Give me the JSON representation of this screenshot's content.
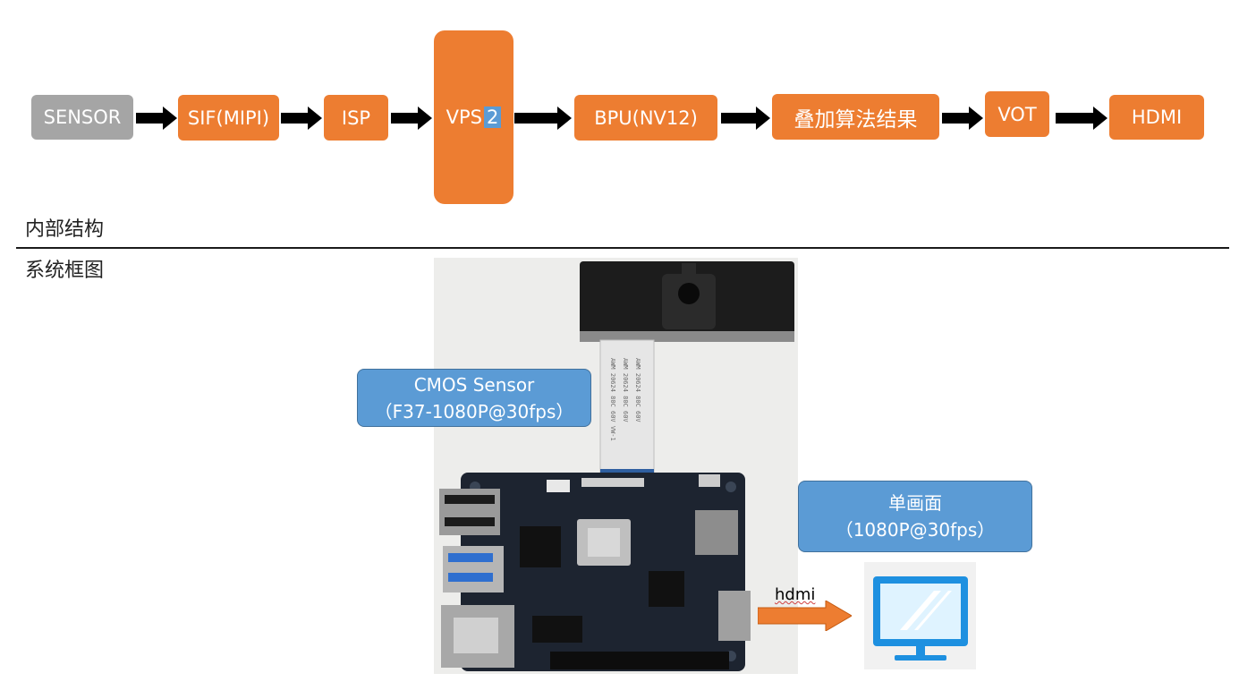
{
  "pipeline": {
    "nodes": {
      "sensor": "SENSOR",
      "sif": "SIF(MIPI)",
      "isp": "ISP",
      "vps": "VPS",
      "vps_badge": "2",
      "bpu": "BPU(NV12)",
      "overlay": "叠加算法结果",
      "vot": "VOT",
      "hdmi": "HDMI"
    },
    "colors": {
      "stage": "#ed7d31",
      "sensor": "#a5a5a5",
      "badge": "#5b9bd5",
      "arrow": "#000000"
    }
  },
  "sections": {
    "internal_structure": "内部结构",
    "system_diagram": "系统框图"
  },
  "system": {
    "camera_callout": {
      "line1": "CMOS Sensor",
      "line2": "（F37-1080P@30fps）"
    },
    "display_callout": {
      "line1": "单画面",
      "line2": "（1080P@30fps）"
    },
    "link_label": "hdmi",
    "colors": {
      "callout": "#5b9bd5",
      "link_arrow": "#ed7d31",
      "monitor": "#1e90e0"
    },
    "icons": {
      "board": "dev-board-photo-icon",
      "camera": "camera-module-icon",
      "monitor": "monitor-icon"
    }
  }
}
